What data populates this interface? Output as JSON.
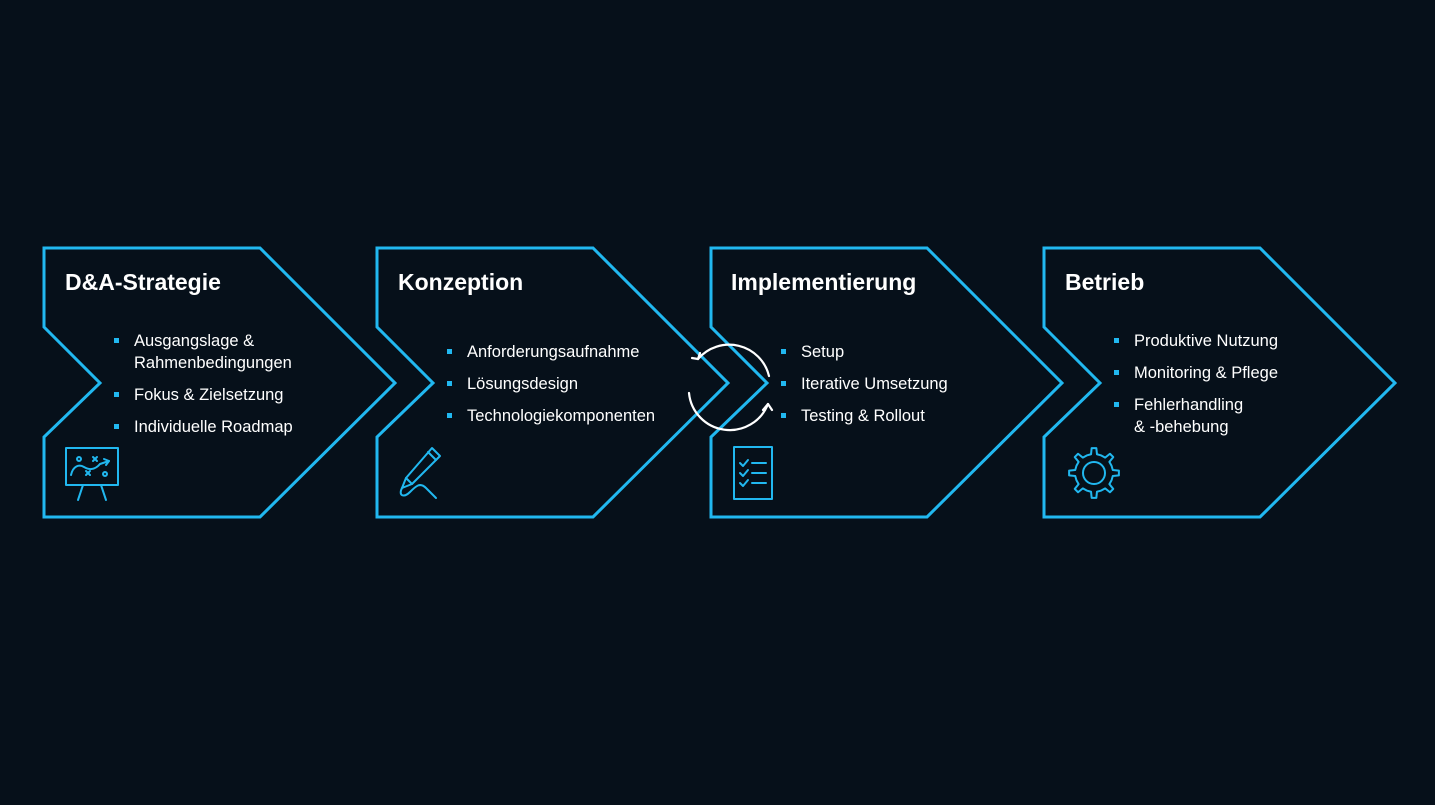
{
  "colors": {
    "background": "#06101a",
    "accent": "#21b8f0",
    "text": "#ffffff",
    "cycle_arrow": "#ffffff"
  },
  "stages": [
    {
      "title": "D&A-Strategie",
      "items": [
        "Ausgangslage &\nRahmenbedingungen",
        "Fokus & Zielsetzung",
        "Individuelle Roadmap"
      ],
      "icon": "strategy-board-icon"
    },
    {
      "title": "Konzeption",
      "items": [
        "Anforderungsaufnahme",
        "Lösungsdesign",
        "Technologiekomponenten"
      ],
      "icon": "pencil-icon"
    },
    {
      "title": "Implementierung",
      "items": [
        "Setup",
        "Iterative Umsetzung",
        "Testing & Rollout"
      ],
      "icon": "checklist-icon"
    },
    {
      "title": "Betrieb",
      "items": [
        "Produktive Nutzung",
        "Monitoring & Pflege",
        "Fehlerhandling\n& -behebung"
      ],
      "icon": "gear-icon"
    }
  ],
  "connector_icon": "cycle-arrows-icon"
}
